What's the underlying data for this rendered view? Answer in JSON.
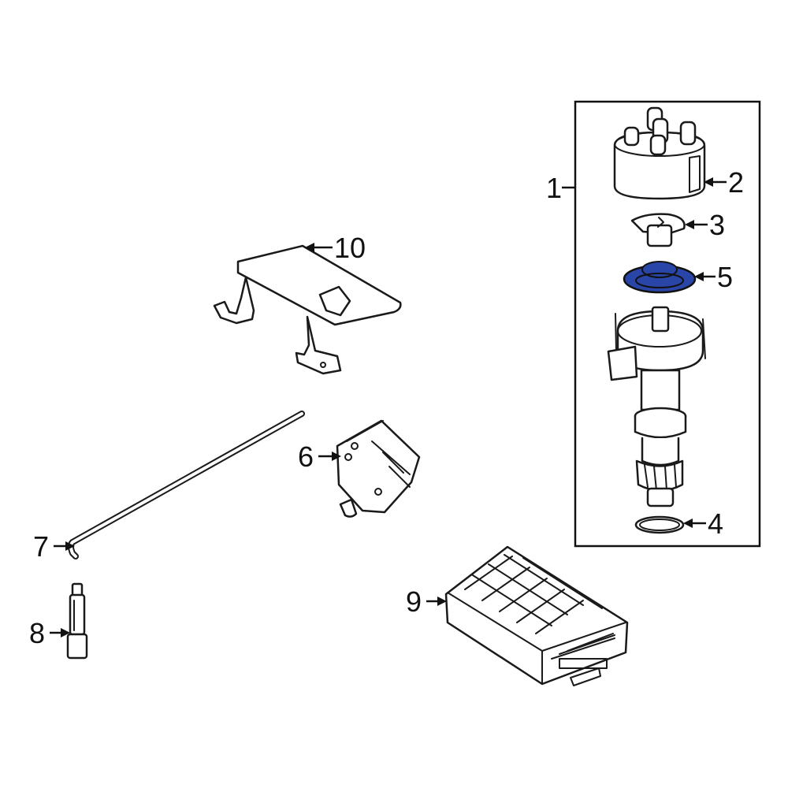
{
  "diagram": {
    "callouts": [
      {
        "id": "1",
        "label": "1"
      },
      {
        "id": "2",
        "label": "2"
      },
      {
        "id": "3",
        "label": "3"
      },
      {
        "id": "4",
        "label": "4"
      },
      {
        "id": "5",
        "label": "5"
      },
      {
        "id": "6",
        "label": "6"
      },
      {
        "id": "7",
        "label": "7"
      },
      {
        "id": "8",
        "label": "8"
      },
      {
        "id": "9",
        "label": "9"
      },
      {
        "id": "10",
        "label": "10"
      }
    ],
    "highlight_color": "#2a45a8",
    "highlighted_part": "5"
  }
}
